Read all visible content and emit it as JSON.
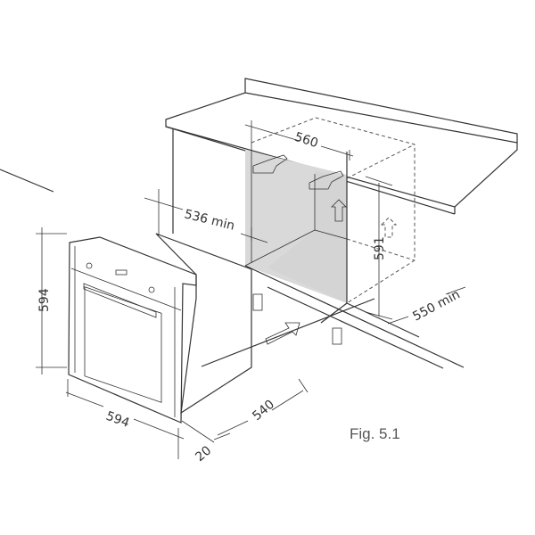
{
  "figure": {
    "caption": "Fig. 5.1",
    "dimensions": {
      "niche_width": "560",
      "niche_height": "591",
      "niche_depth_min": "550 min",
      "cabinet_min": "536 min",
      "oven_height": "594",
      "oven_width": "594",
      "oven_depth": "540",
      "front_panel": "20"
    },
    "colors": {
      "niche_fill": "#d9d9d9",
      "line": "#333333"
    }
  }
}
